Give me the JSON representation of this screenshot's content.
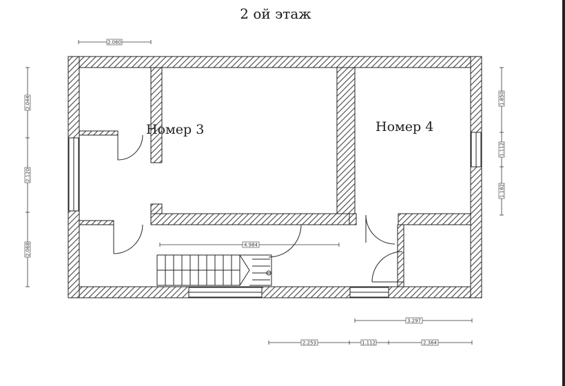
{
  "title": "2 ой этаж",
  "rooms": [
    {
      "label": "Номер 3"
    },
    {
      "label": "Номер 4"
    }
  ],
  "dimensions": {
    "top": "2.060",
    "left": [
      "2.044",
      "2.120",
      "2.068"
    ],
    "right": [
      "1.850",
      "1.112",
      "1.182"
    ],
    "corridor": "4.984",
    "bottom_row1": "3.297",
    "bottom_row2": [
      "2.253",
      "1.112",
      "2.364"
    ]
  }
}
